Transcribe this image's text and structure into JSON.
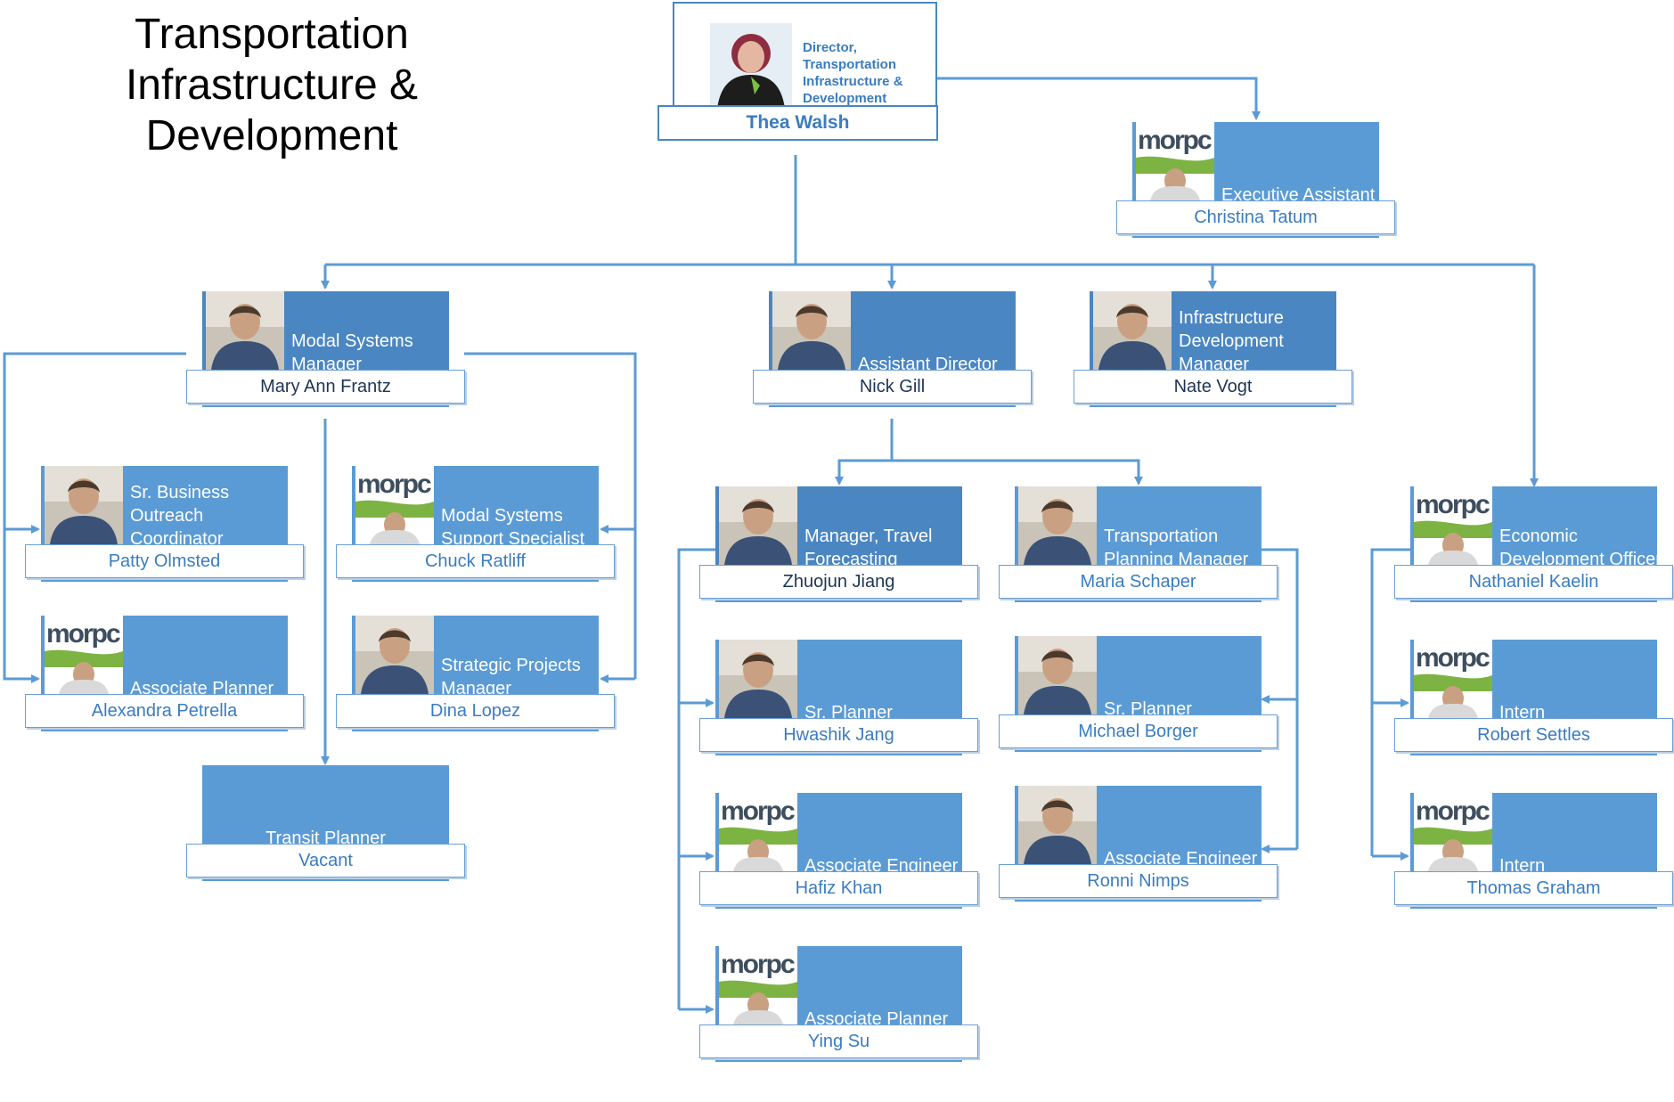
{
  "title": "Transportation Infrastructure & Development",
  "title_lines": [
    "Transportation",
    "Infrastructure &",
    "Development"
  ],
  "logo_text": "morpc",
  "colors": {
    "card": "#5b9bd5",
    "card_dark": "#4a86c2",
    "connector": "#5b9bd5",
    "name_text": "#3a7cc1"
  },
  "director": {
    "role": "Director, Transportation Infrastructure & Development",
    "role_lines": [
      "Director,",
      "Transportation",
      "Infrastructure &",
      "Development"
    ],
    "name": "Thea Walsh"
  },
  "cards": {
    "exec": {
      "role": "Executive Assistant",
      "name": "Christina Tatum",
      "photo": "logo-photo"
    },
    "modal": {
      "role": "Modal Systems Manager",
      "name": "Mary Ann Frantz",
      "photo": "person-photo"
    },
    "assistant": {
      "role": "Assistant Director",
      "name": "Nick Gill",
      "photo": "person-photo"
    },
    "infra": {
      "role": "Infrastructure Development Manager",
      "name": "Nate Vogt",
      "photo": "person-photo"
    },
    "patty": {
      "role": "Sr. Business Outreach Coordinator",
      "name": "Patty Olmsted",
      "photo": "person-photo"
    },
    "chuck": {
      "role": "Modal Systems Support Specialist",
      "name": "Chuck Ratliff",
      "photo": "logo-photo"
    },
    "alexandra": {
      "role": "Associate Planner",
      "name": "Alexandra Petrella",
      "photo": "logo-photo"
    },
    "dina": {
      "role": "Strategic Projects Manager",
      "name": "Dina Lopez",
      "photo": "person-photo"
    },
    "transit": {
      "role": "Transit Planner",
      "name": "Vacant",
      "photo": "none"
    },
    "zhuojun": {
      "role": "Manager, Travel Forecasting",
      "name": "Zhuojun Jiang",
      "photo": "person-photo"
    },
    "maria": {
      "role": "Transportation Planning Manager",
      "name": "Maria Schaper",
      "photo": "person-photo"
    },
    "hwashik": {
      "role": "Sr. Planner",
      "name": "Hwashik Jang",
      "photo": "person-photo"
    },
    "michael": {
      "role": "Sr. Planner",
      "name": "Michael Borger",
      "photo": "person-photo"
    },
    "hafiz": {
      "role": "Associate Engineer",
      "name": "Hafiz Khan",
      "photo": "logo-photo"
    },
    "ronni": {
      "role": "Associate Engineer",
      "name": "Ronni Nimps",
      "photo": "person-photo"
    },
    "ying": {
      "role": "Associate Planner",
      "name": "Ying Su",
      "photo": "logo-photo"
    },
    "nathaniel": {
      "role": "Economic Development Officer",
      "name": "Nathaniel Kaelin",
      "photo": "logo-photo"
    },
    "robert": {
      "role": "Intern",
      "name": "Robert Settles",
      "photo": "logo-photo"
    },
    "thomas": {
      "role": "Intern",
      "name": "Thomas Graham",
      "photo": "logo-photo"
    }
  }
}
